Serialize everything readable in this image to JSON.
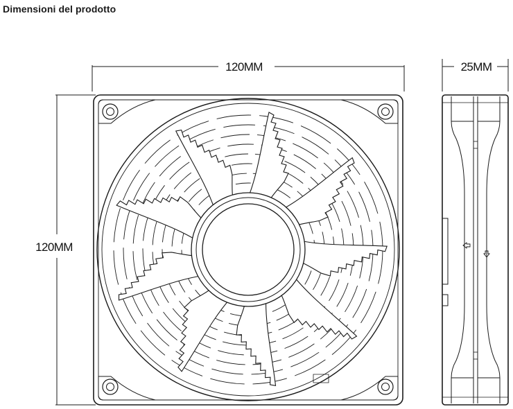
{
  "title": "Dimensioni del prodotto",
  "dimensions": {
    "width_label": "120MM",
    "height_label": "120MM",
    "depth_label": "25MM"
  },
  "colors": {
    "line": "#1a1a1a",
    "background": "#ffffff"
  }
}
